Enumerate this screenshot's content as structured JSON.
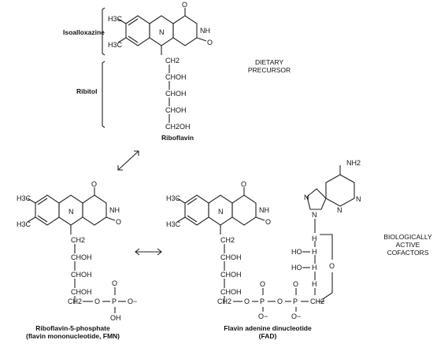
{
  "labels": {
    "isoalloxazine": "Isoalloxazine",
    "ribitol": "Ribitol",
    "riboflavin": "Riboflavin",
    "dietary_precursor": [
      "DIETARY",
      "PRECURSOR"
    ],
    "fmn": [
      "Riboflavin-5-phosphate",
      "(flavin mononucleotide, FMN)"
    ],
    "fad": [
      "Flavin adenine dinucleotide",
      "(FAD)"
    ],
    "biologically_active": [
      "BIOLOGICALLY",
      "ACTIVE",
      "COFACTORS"
    ]
  },
  "atoms": {
    "h3c": "H3C",
    "o": "O",
    "nh": "NH",
    "n": "N",
    "ch2": "CH2",
    "choh": "CHOH",
    "ch2oh": "CH2OH",
    "oh": "OH",
    "ho": "HO",
    "p": "P",
    "nh2": "NH2",
    "o_minus": "O−",
    "h": "H"
  }
}
